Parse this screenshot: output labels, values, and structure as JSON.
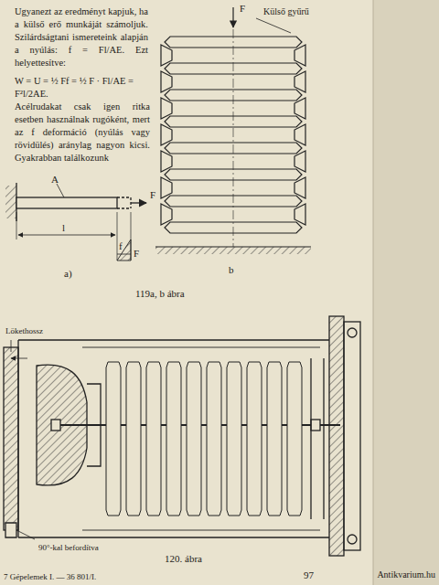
{
  "diagram": {
    "labels": [
      "Ugyanezt az eredményt kapjuk, ha a külső erő munkáját számoljuk. Szilárdságtani ismereteink alapján a nyúlás: f = Fl/AE. Ezt helyettesítve:",
      "W = U = ½ Ff = ½ F · Fl/AE = F²l/2AE.",
      "Acélrudakat csak igen ritka esetben használnak rugóként, mert az f deformáció (nyúlás vagy rövidülés) aránylag nagyon kicsi. Gyakrabban találkozunk",
      "F",
      "Külső gyűrű",
      "A",
      "F",
      "l",
      "f",
      "F",
      "a)",
      "b",
      "119a, b ábra",
      "Lökethossz",
      "90°-kal befordítva",
      "120. ábra",
      "7 Gépelemek I. — 36 801/I.",
      "97",
      "Antikvarium.hu"
    ]
  }
}
